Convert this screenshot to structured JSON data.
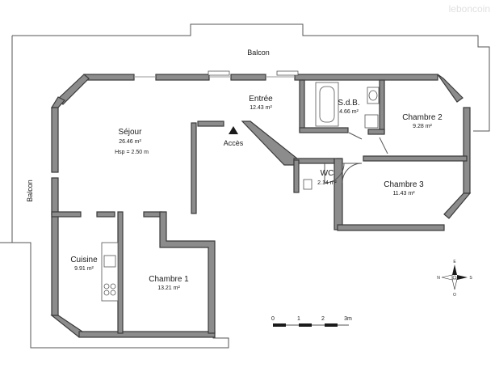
{
  "brand": {
    "watermark": "leboncoin"
  },
  "labels": {
    "balcon_top": "Balcon",
    "balcon_left": "Balcon",
    "acces": "Accès",
    "hsp": "Hsp =  2.50 m"
  },
  "rooms": [
    {
      "name": "Séjour",
      "area": "26.46 m²"
    },
    {
      "name": "Entrée",
      "area": "12.43 m²"
    },
    {
      "name": "S.d.B.",
      "area": "4.66 m²"
    },
    {
      "name": "Chambre 2",
      "area": "9.28 m²"
    },
    {
      "name": "WC",
      "area": "2.14 m²"
    },
    {
      "name": "Chambre 3",
      "area": "11.43 m²"
    },
    {
      "name": "Cuisine",
      "area": "9.91 m²"
    },
    {
      "name": "Chambre 1",
      "area": "13.21 m²"
    }
  ],
  "scale": {
    "ticks": [
      "0",
      "1",
      "2",
      "3m"
    ]
  },
  "compass": {
    "n": "N",
    "s": "S",
    "e": "E",
    "o": "O"
  },
  "colors": {
    "wall": "#8c8c8c",
    "outline": "#555555"
  }
}
